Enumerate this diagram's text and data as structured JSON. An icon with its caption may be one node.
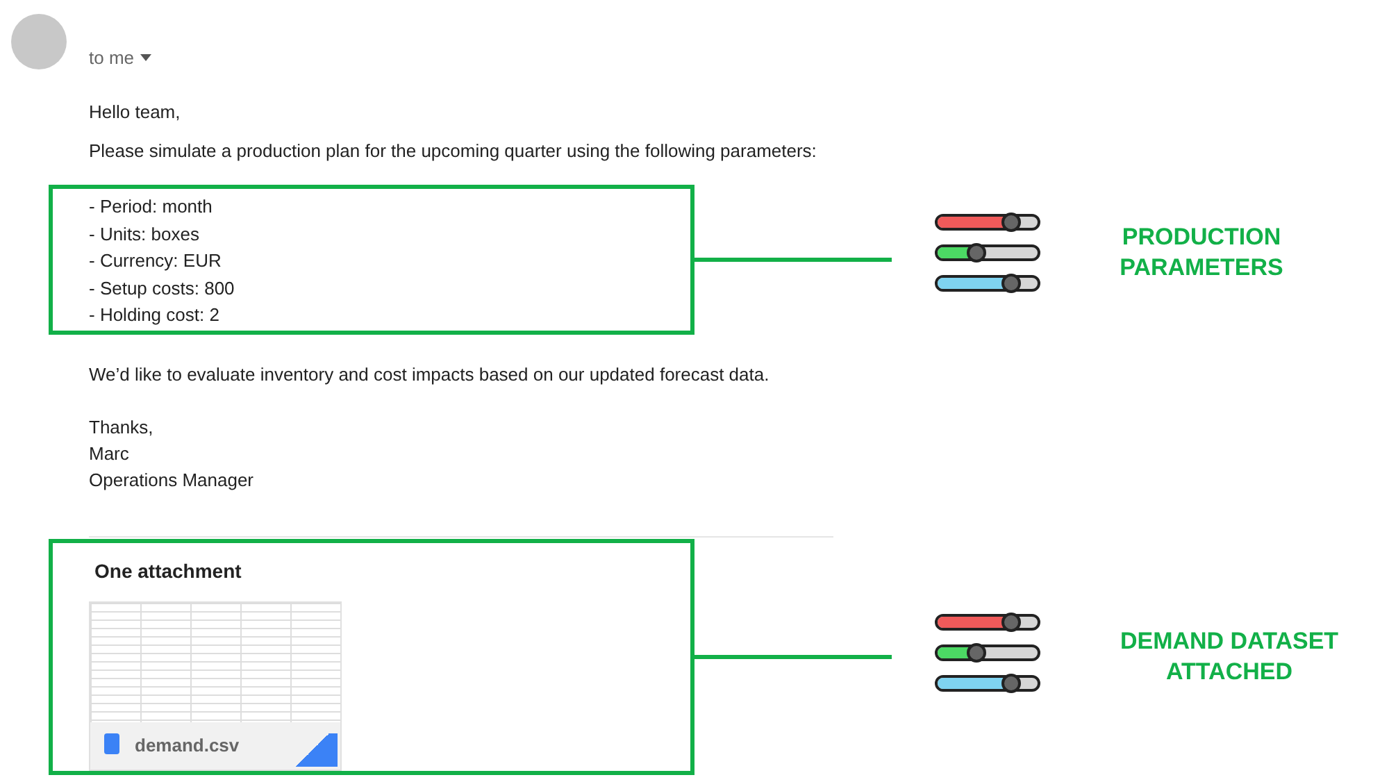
{
  "diagram": {
    "nodes": [
      {
        "text": [
          "- Period: month",
          "- Units: boxes",
          "- Currency: EUR",
          "- Setup costs: 800",
          "- Holding cost: 2"
        ]
      },
      {
        "text": [],
        "shape": "picture",
        "beside": [
          "PRODUCTION PARAMETERS"
        ]
      },
      {
        "text": [
          "One attachment",
          "demand.csv"
        ]
      },
      {
        "text": [],
        "shape": "picture",
        "beside": [
          "DEMAND DATASET ATTACHED"
        ]
      }
    ],
    "edges": [
      {
        "from": 0,
        "to": 1,
        "arrow": "none"
      },
      {
        "from": 2,
        "to": 3,
        "arrow": "none"
      }
    ],
    "labels": [
      "to me",
      "Hello team,",
      "Please simulate a production plan for the upcoming quarter using the following parameters:",
      "We’d like to evaluate inventory and cost impacts based on our updated forecast data.",
      "Thanks,",
      "Marc",
      "Operations Manager"
    ]
  }
}
